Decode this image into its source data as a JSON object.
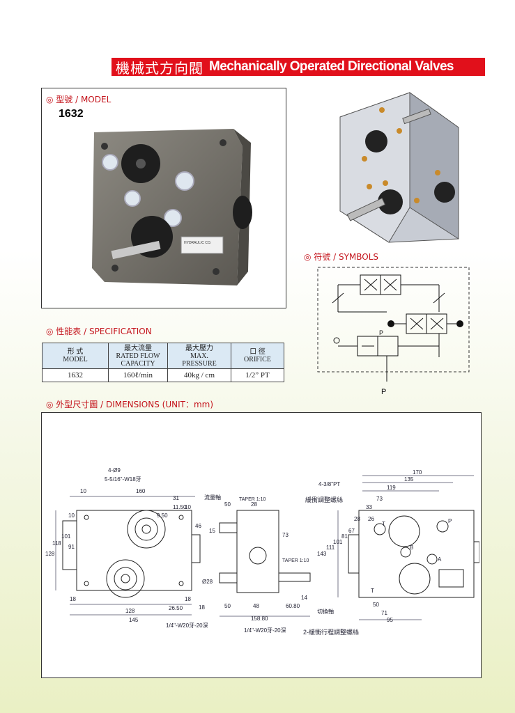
{
  "header": {
    "title_cn": "機械式方向閥",
    "title_en": "Mechanically Operated Directional Valves"
  },
  "model_section": {
    "label": "◎ 型號 / MODEL",
    "model": "1632",
    "nameplate": "HYDRAULIC CO."
  },
  "symbols_section": {
    "label": "◎ 符號 / SYMBOLS",
    "port_p": "P",
    "port_p_bottom": "P"
  },
  "spec_section": {
    "label": "◎ 性能表 / SPECIFICATION",
    "headers": {
      "model_cn": "形 式",
      "model_en": "MODEL",
      "flow_cn": "最大流量",
      "flow_en1": "RATED FLOW",
      "flow_en2": "CAPACITY",
      "pressure_cn": "最大壓力",
      "pressure_en1": "MAX.",
      "pressure_en2": "PRESSURE",
      "orifice_cn": "口 徑",
      "orifice_en": "ORIFICE"
    },
    "row": {
      "model": "1632",
      "flow": "160ℓ/min",
      "pressure": "40kg / cm",
      "orifice": "1/2” PT"
    }
  },
  "dim_section": {
    "label": "◎ 外型尺寸圖 / DIMENSIONS  (UNIT：mm)",
    "front": {
      "holes": "4-Ø9",
      "thread": "5-5/16\"-W18牙",
      "d10a": "10",
      "d160": "160",
      "d31": "31",
      "d11_50": "11.50",
      "d10b": "10",
      "d10c": "10",
      "d9_50": "9.50",
      "d46": "46",
      "d128v": "128",
      "d118": "118",
      "d101": "101",
      "d91": "91",
      "d18a": "18",
      "d18b": "18",
      "d26_50": "26.50",
      "d128h": "128",
      "d145": "145",
      "d18c": "18"
    },
    "side": {
      "flow_shaft": "流量軸",
      "taper1": "TAPER 1:10",
      "d50a": "50",
      "d28a": "28",
      "d15": "15",
      "d73": "73",
      "taper2": "TAPER 1:10",
      "dia28": "Ø28",
      "d50b": "50",
      "d48": "48",
      "d60_80": "60.80",
      "d14": "14",
      "d158_80": "158.80",
      "switch_shaft": "切換軸",
      "thread1": "1/4\"-W20牙-20深",
      "thread2": "1/4\"-W20牙-20深"
    },
    "rear": {
      "ports": "4-3/8\"PT",
      "buffer_adj": "緩衝調整螺絲",
      "d170": "170",
      "d135": "135",
      "d119": "119",
      "d73": "73",
      "d33": "33",
      "d28": "28",
      "d26": "26",
      "d67": "67",
      "d81": "81",
      "d101": "101",
      "d111": "111",
      "d143": "143",
      "d50": "50",
      "d71": "71",
      "d95": "95",
      "stroke_adj": "2-緩衝行程調整螺絲",
      "port_t1": "T",
      "port_p": "P",
      "port_b": "B",
      "port_a": "A",
      "port_t2": "T"
    }
  },
  "colors": {
    "banner": "#e1101b",
    "section_label": "#c4141c",
    "table_header": "#dbe9f4"
  }
}
